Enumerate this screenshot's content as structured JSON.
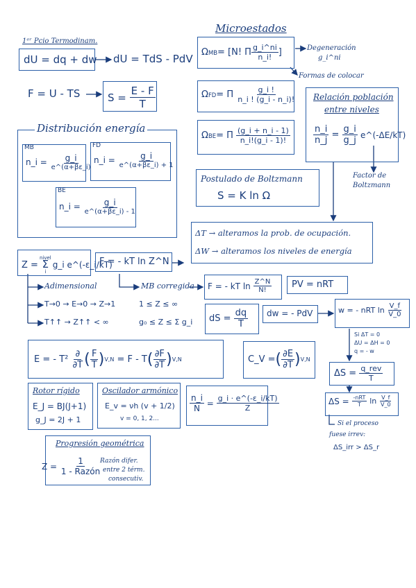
{
  "sections": {
    "termo": {
      "title": "1ᵉʳ Pcio Termodinam.",
      "eq1": "dU = dq + dw",
      "eq2": "dU = TdS - PdV",
      "eq3": "F = U - TS",
      "eq4_lhs": "S =",
      "eq4_num": "E - F",
      "eq4_den": "T"
    },
    "micro": {
      "title": "Microestados",
      "omega_mb": "Ω_MB = [N! Π (g_i^ni / n_i!)]",
      "omega_mb_lhs": "Ω",
      "omega_mb_sub": "MB",
      "omega_mb_body": "= [N! Π",
      "omega_mb_num": "g_i^ni",
      "omega_mb_den": "n_i!",
      "omega_mb_close": "]",
      "degen": "Degeneración",
      "degen2": "g_i^ni",
      "formas": "Formas de colocar",
      "omega_fd_lhs": "Ω",
      "omega_fd_sub": "FD",
      "omega_fd_body": "= Π",
      "omega_fd_num": "g_i !",
      "omega_fd_den": "n_i ! (g_i - n_i)!",
      "omega_be_lhs": "Ω",
      "omega_be_sub": "BE",
      "omega_be_body": "= Π",
      "omega_be_num": "(g_i + n_i - 1)",
      "omega_be_den": "n_i!(g_i - 1)!"
    },
    "relacion": {
      "title1": "Relación población",
      "title2": "entre niveles",
      "lhs_num": "n_i",
      "lhs_den": "n_j",
      "rhs_num": "g_i",
      "rhs_den": "g_j",
      "exp": "e^(-ΔE/kT)",
      "factor1": "Factor de",
      "factor2": "Boltzmann"
    },
    "distribucion": {
      "title": "Distribución energía",
      "mb_label": "MB",
      "mb_num": "g_i",
      "mb_den": "e^(α+βε_i)",
      "fd_label": "FD",
      "fd_num": "g_i",
      "fd_den": "e^(α+βε_i) + 1",
      "be_label": "BE",
      "be_num": "g_i",
      "be_den": "e^(α+βε_i) - 1",
      "lhs": "n_i ="
    },
    "boltzmann": {
      "title": "Postulado de Boltzmann",
      "eq": "S = K ln Ω"
    },
    "delta": {
      "line1": "ΔT → alteramos la prob. de ocupación.",
      "line2": "ΔW → alteramos los niveles de energía"
    },
    "particion": {
      "lhs": "Z =",
      "sum_top": "nivel",
      "sum_bot": "i",
      "body": "g_i e^(-ε_i/kT)",
      "f_eq": "F = - kT ln Z^N",
      "adim": "Adimensional",
      "t0": "T→0 → E→0 → Z→1",
      "tinf": "T↑↑ → Z↑↑ < ∞",
      "range1": "1 ≤ Z ≤ ∞",
      "range2": "g₀ ≤ Z ≤ Σ g_i",
      "mb_corr": "MB corregida",
      "f_corr_lhs": "F = - kT ln",
      "f_corr_num": "Z^N",
      "f_corr_den": "N!",
      "pv": "PV = nRT",
      "ds_lhs": "dS =",
      "ds_num": "dq",
      "ds_den": "T",
      "dw": "dw = - PdV",
      "w_lhs": "w = - nRT ln",
      "w_num": "V_f",
      "w_den": "V_0",
      "cond1": "Si ΔT = 0",
      "cond2": "ΔU = ΔH = 0",
      "cond3": "q = - w",
      "dsr_lhs": "ΔS =",
      "dsr_num": "q_rev",
      "dsr_den": "T",
      "dsb_lhs": "ΔS =",
      "dsb_num": "-nRT",
      "dsb_den": "T",
      "dsb_ln": "ln",
      "dsb_vnum": "V_f",
      "dsb_vden": "V_0",
      "irrev1": "Si el proceso",
      "irrev2": "fuese irrev:",
      "irrev3": "ΔS_irr > ΔS_r"
    },
    "energia": {
      "e_lhs": "E = - T²",
      "e_d": "∂",
      "e_dt": "∂T",
      "e_f": "F",
      "e_t": "T",
      "e_vn": "V,N",
      "e_mid": "= F - T",
      "e_df": "∂F",
      "e_dt2": "∂T",
      "cv_lhs": "C_V =",
      "cv_num": "∂E",
      "cv_den": "∂T",
      "cv_vn": "V,N"
    },
    "rotor": {
      "title": "Rotor rígido",
      "eq1": "E_J = BJ(J+1)",
      "eq2": "g_J = 2J + 1"
    },
    "oscilador": {
      "title": "Oscilador armónico",
      "eq1": "E_v = νh (v + 1/2)",
      "eq2": "v = 0, 1, 2..."
    },
    "poblacion": {
      "lhs_num": "n_i",
      "lhs_den": "N",
      "rhs_num": "g_i · e^(-ε_i/kT)",
      "rhs_den": "Z"
    },
    "progresion": {
      "title": "Progresión geométrica",
      "lhs": "Z =",
      "num": "1",
      "den": "1 - Razón",
      "note1": "Razón difer.",
      "note2": "entre 2 térm.",
      "note3": "consecutiv."
    }
  },
  "colors": {
    "ink": "#1a3d7c",
    "box": "#2b5fa8"
  }
}
